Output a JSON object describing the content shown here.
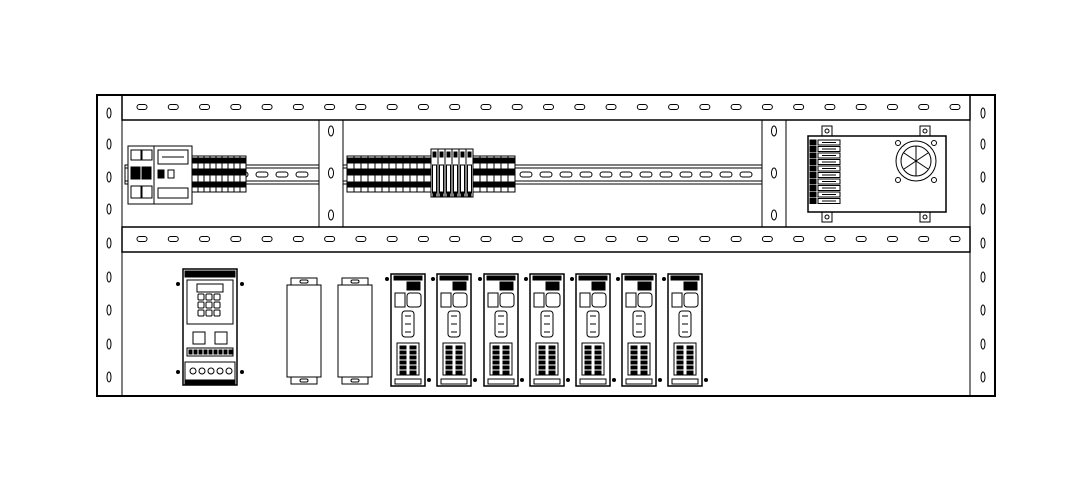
{
  "diagram": {
    "kind": "electrical cabinet panel layout",
    "colors": {
      "line": "#000000",
      "background": "#ffffff"
    },
    "top_section": {
      "breakers": {
        "poles": 2
      },
      "terminal_block_left": {
        "count": 9
      },
      "terminal_block_center": {
        "count": 24,
        "fused_count": 6
      },
      "power_supply": {
        "fan": true
      }
    },
    "bottom_section": {
      "drives": [
        {
          "type": "vfd"
        },
        {
          "type": "blank-module"
        },
        {
          "type": "blank-module"
        },
        {
          "type": "servo-drive"
        },
        {
          "type": "servo-drive"
        },
        {
          "type": "servo-drive"
        },
        {
          "type": "servo-drive"
        },
        {
          "type": "servo-drive"
        },
        {
          "type": "servo-drive"
        },
        {
          "type": "servo-drive"
        }
      ]
    },
    "wire_duct": {
      "count": 2,
      "slot_count": 27
    }
  }
}
